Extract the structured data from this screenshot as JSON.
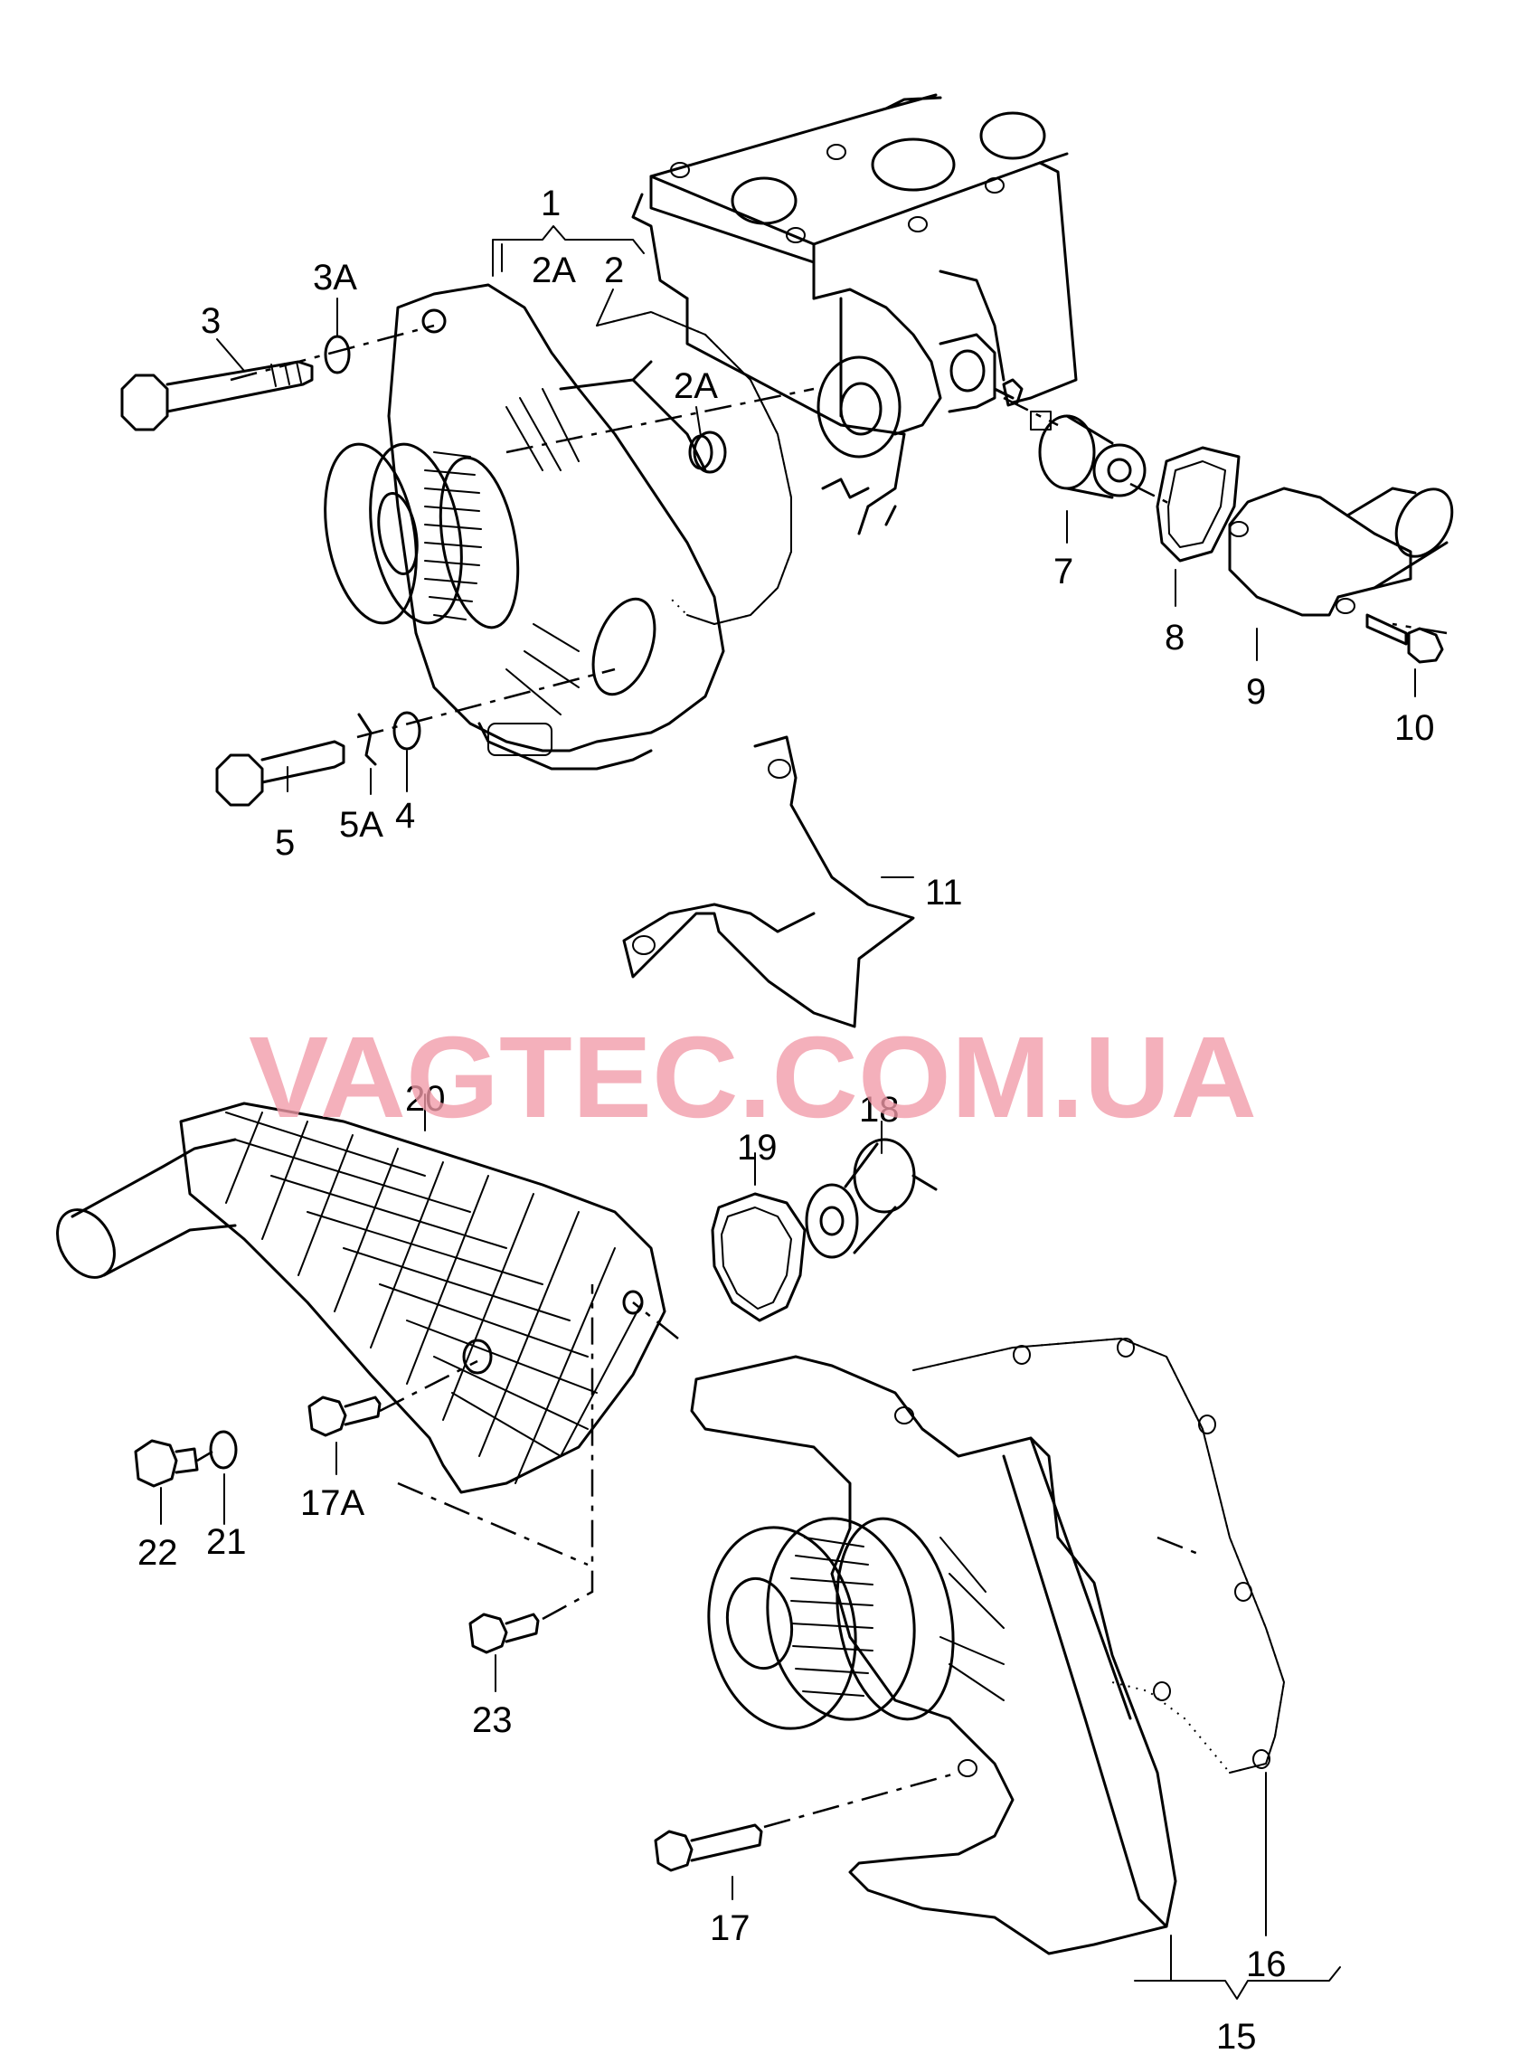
{
  "watermark": "VAGTEC.COM.UA",
  "callouts": {
    "c1": "1",
    "c2": "2",
    "c2A_top": "2A",
    "c2A": "2A",
    "c3": "3",
    "c3A": "3A",
    "c4": "4",
    "c5": "5",
    "c5A": "5A",
    "c7": "7",
    "c8": "8",
    "c9": "9",
    "c10": "10",
    "c11": "11",
    "c15": "15",
    "c16": "16",
    "c17": "17",
    "c17A": "17A",
    "c18": "18",
    "c19": "19",
    "c20": "20",
    "c21": "21",
    "c22": "22",
    "c23": "23"
  }
}
